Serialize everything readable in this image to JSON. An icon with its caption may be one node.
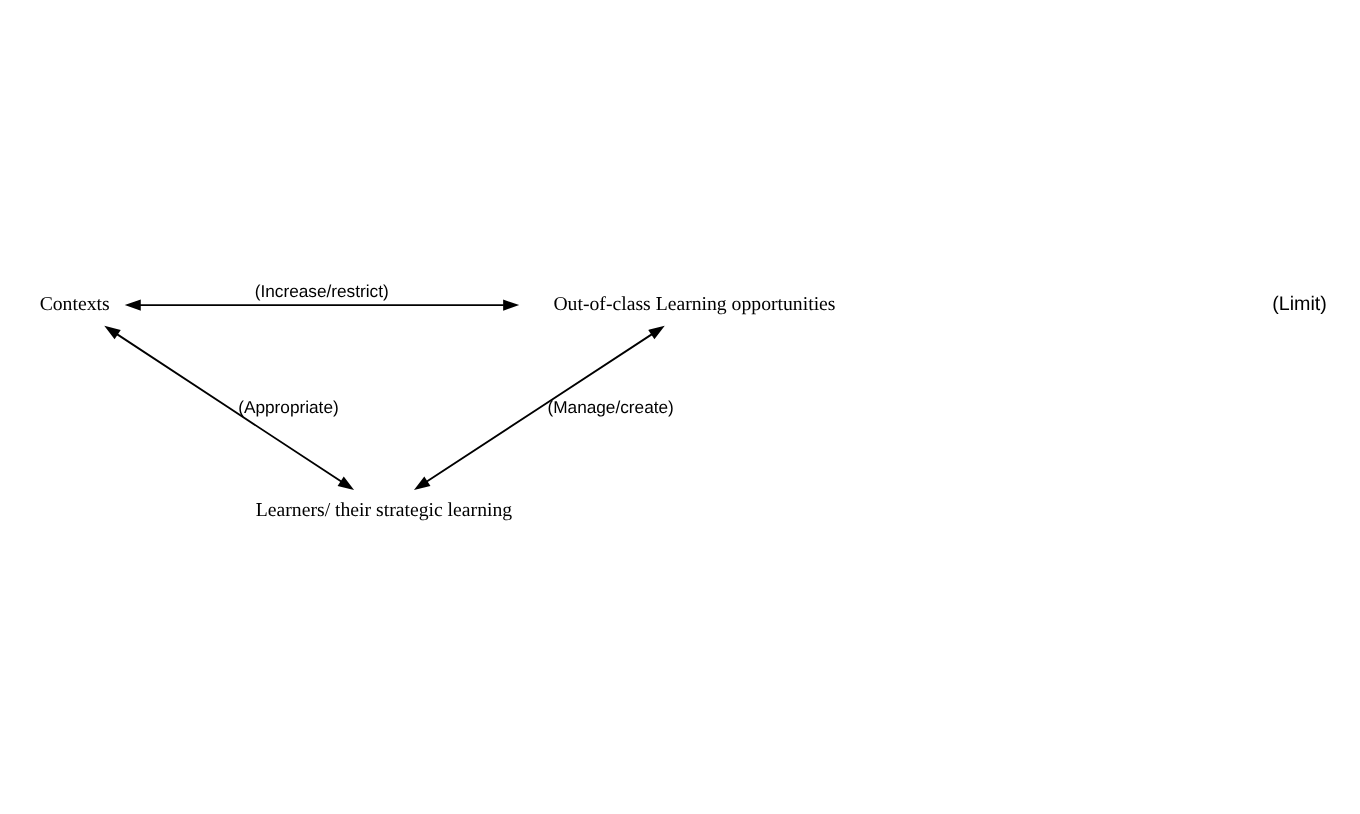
{
  "diagram": {
    "nodes": [
      {
        "text": [
          "Learners/ their strategic learning"
        ]
      },
      {
        "text": [
          "Contexts"
        ]
      },
      {
        "text": [
          "Out-of-class Learning opportunities"
        ]
      }
    ],
    "edges": [
      {
        "from": 1,
        "to": 0,
        "arrow": "both",
        "label": "(Appropriate)"
      },
      {
        "from": 2,
        "to": 0,
        "arrow": "both",
        "label": "(Manage/create)"
      },
      {
        "from": 1,
        "to": 2,
        "arrow": "both",
        "label": "(Increase/restrict)"
      }
    ],
    "labels": [
      "(Limit)"
    ]
  }
}
